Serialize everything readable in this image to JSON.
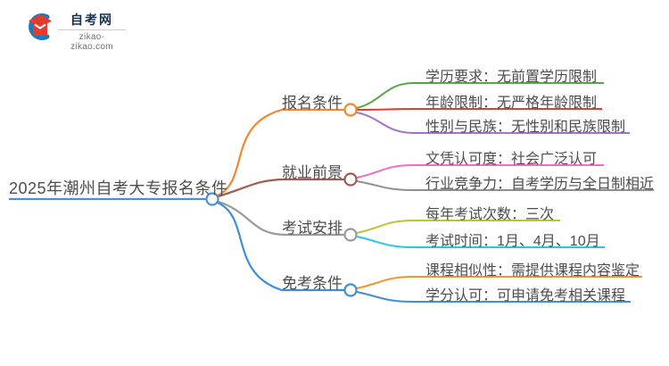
{
  "logo": {
    "title": "自考网",
    "domain": "zikao-zikao.com",
    "crescent_color": "#2277bb",
    "cap_color": "#e33b30"
  },
  "root": {
    "label": "2025年潮州自考大专报名条件",
    "color": "#4a90d9"
  },
  "branches": [
    {
      "label": "报名条件",
      "color": "#f5862c",
      "children": [
        {
          "label": "学历要求：无前置学历限制",
          "color": "#55a843"
        },
        {
          "label": "年龄限制：无严格年龄限制",
          "color": "#e83a30"
        },
        {
          "label": "性别与民族：无性别和民族限制",
          "color": "#a671cb"
        }
      ]
    },
    {
      "label": "就业前景",
      "color": "#9e5c51",
      "children": [
        {
          "label": "文凭认可度：社会广泛认可",
          "color": "#ef6fc0"
        },
        {
          "label": "行业竞争力：自考学历与全日制相近",
          "color": "#8f8f8f"
        }
      ]
    },
    {
      "label": "考试安排",
      "color": "#9a9a9a",
      "children": [
        {
          "label": "每年考试次数：三次",
          "color": "#c0c22f"
        },
        {
          "label": "考试时间：1月、4月、10月",
          "color": "#29c4e8"
        }
      ]
    },
    {
      "label": "免考条件",
      "color": "#3e8ed8",
      "children": [
        {
          "label": "课程相似性：需提供课程内容鉴定",
          "color": "#f5932f"
        },
        {
          "label": "学分认可：可申请免考相关课程",
          "color": "#3e8ed8"
        }
      ]
    }
  ]
}
